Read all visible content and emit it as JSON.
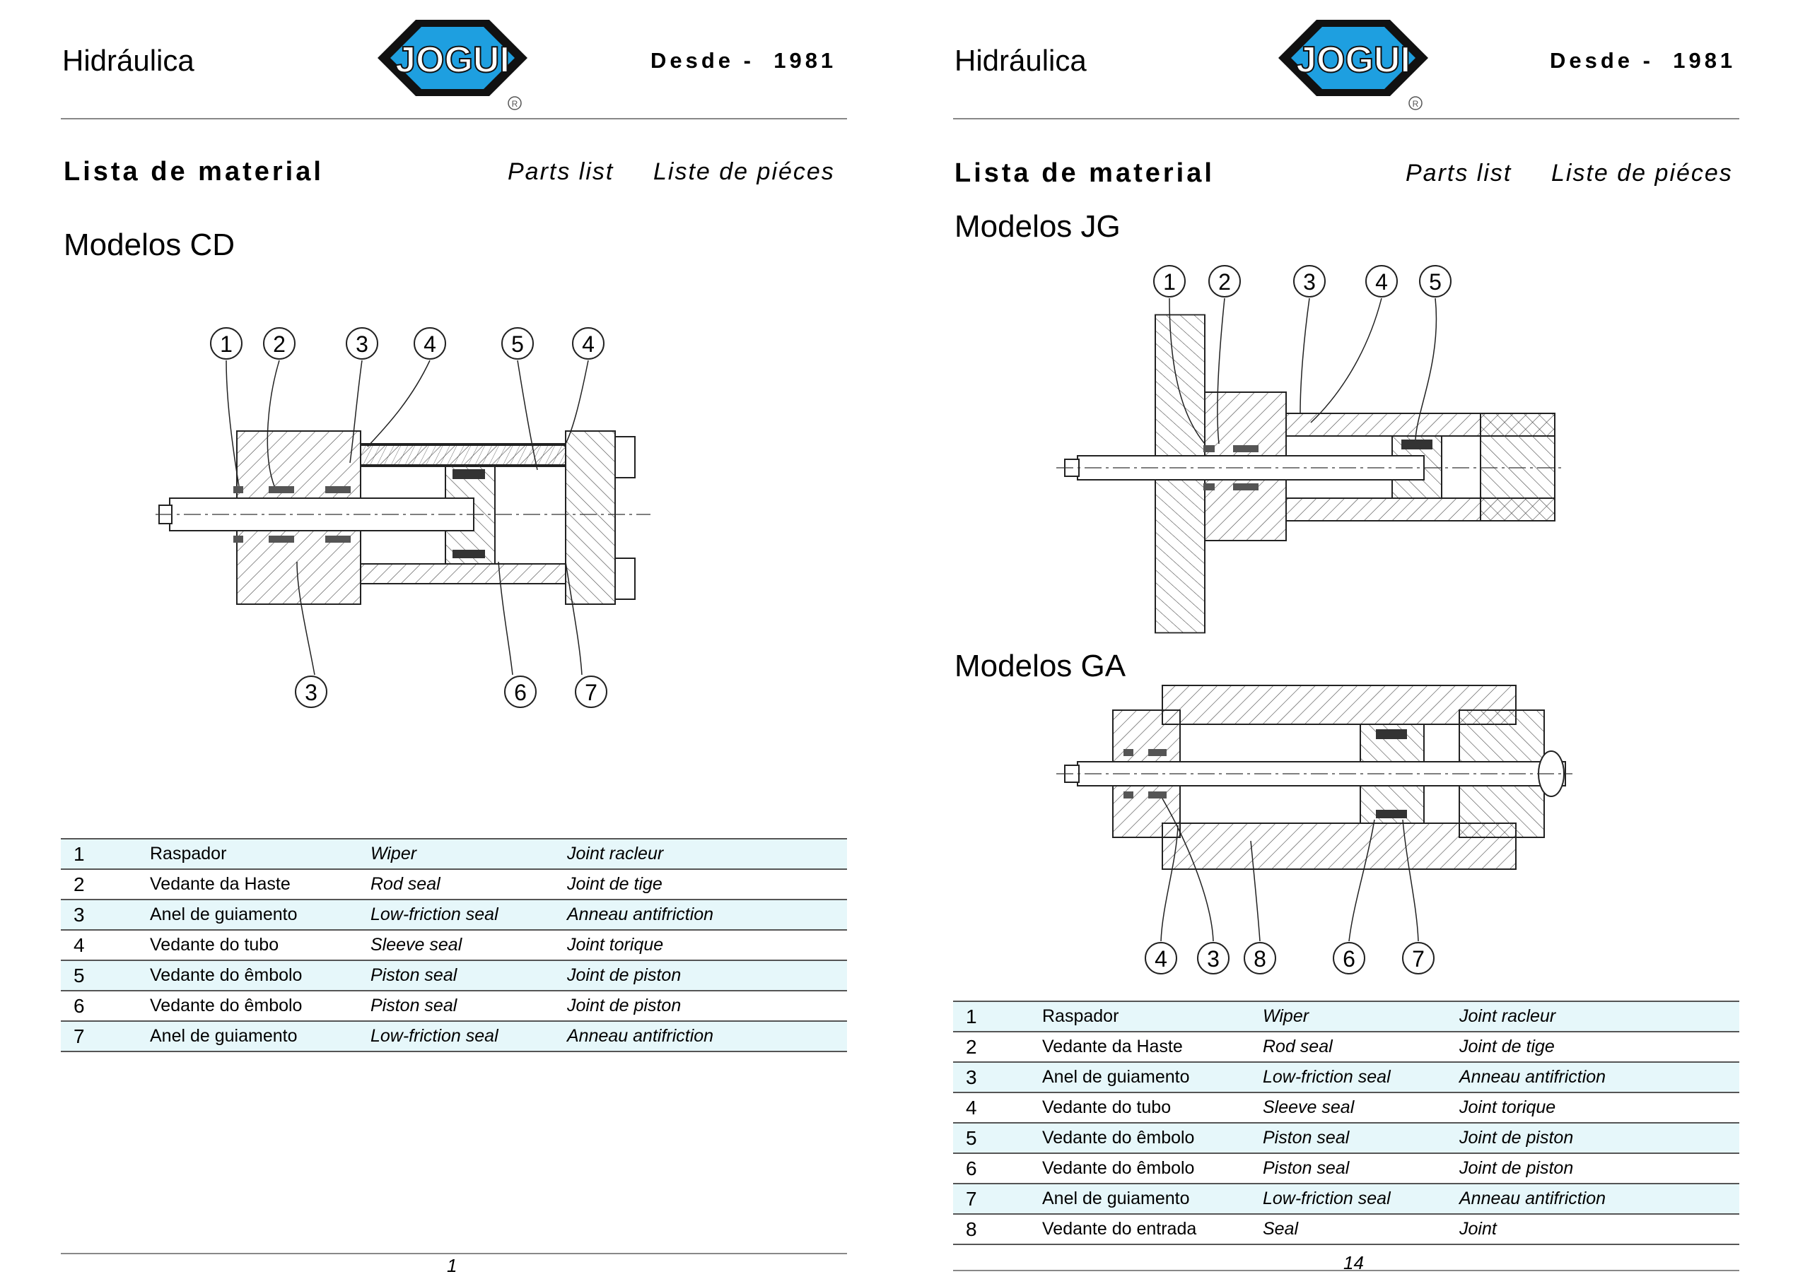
{
  "pages": [
    {
      "header": {
        "brand": "Hidráulica",
        "logo_text": "JOGUI",
        "since": "Desde -  1981"
      },
      "section": {
        "title": "Lista de material",
        "subtitle_en": "Parts list",
        "subtitle_fr": "Liste de piéces"
      },
      "models": [
        {
          "title": "Modelos CD",
          "top_callouts": [
            "1",
            "2",
            "3",
            "4",
            "5",
            "4"
          ],
          "bottom_callouts": [
            "3",
            "6",
            "7"
          ]
        }
      ],
      "parts": [
        {
          "num": "1",
          "pt": "Raspador",
          "en": "Wiper",
          "fr": "Joint racleur"
        },
        {
          "num": "2",
          "pt": "Vedante da Haste",
          "en": "Rod seal",
          "fr": "Joint de tige"
        },
        {
          "num": "3",
          "pt": "Anel de guiamento",
          "en": "Low-friction seal",
          "fr": "Anneau antifriction"
        },
        {
          "num": "4",
          "pt": "Vedante do tubo",
          "en": "Sleeve seal",
          "fr": "Joint  torique"
        },
        {
          "num": "5",
          "pt": "Vedante do êmbolo",
          "en": "Piston seal",
          "fr": "Joint de piston"
        },
        {
          "num": "6",
          "pt": "Vedante do êmbolo",
          "en": "Piston seal",
          "fr": "Joint de piston"
        },
        {
          "num": "7",
          "pt": "Anel de guiamento",
          "en": "Low-friction seal",
          "fr": "Anneau antifriction"
        }
      ],
      "page_number": "1"
    },
    {
      "header": {
        "brand": "Hidráulica",
        "logo_text": "JOGUI",
        "since": "Desde -  1981"
      },
      "section": {
        "title": "Lista de material",
        "subtitle_en": "Parts list",
        "subtitle_fr": "Liste de piéces"
      },
      "models": [
        {
          "title": "Modelos JG",
          "top_callouts": [
            "1",
            "2",
            "3",
            "4",
            "5"
          ],
          "bottom_callouts": []
        },
        {
          "title": "Modelos GA",
          "top_callouts": [],
          "bottom_callouts": [
            "4",
            "3",
            "8",
            "6",
            "7"
          ]
        }
      ],
      "parts": [
        {
          "num": "1",
          "pt": "Raspador",
          "en": "Wiper",
          "fr": "Joint racleur"
        },
        {
          "num": "2",
          "pt": "Vedante da Haste",
          "en": "Rod seal",
          "fr": "Joint de tige"
        },
        {
          "num": "3",
          "pt": "Anel de guiamento",
          "en": "Low-friction seal",
          "fr": "Anneau antifriction"
        },
        {
          "num": "4",
          "pt": "Vedante do tubo",
          "en": "Sleeve seal",
          "fr": "Joint  torique"
        },
        {
          "num": "5",
          "pt": "Vedante do êmbolo",
          "en": "Piston seal",
          "fr": "Joint de piston"
        },
        {
          "num": "6",
          "pt": "Vedante do êmbolo",
          "en": "Piston seal",
          "fr": "Joint de piston"
        },
        {
          "num": "7",
          "pt": "Anel de guiamento",
          "en": "Low-friction seal",
          "fr": "Anneau antifriction"
        },
        {
          "num": "8",
          "pt": "Vedante do entrada",
          "en": "Seal",
          "fr": "Joint"
        }
      ],
      "page_number": "14"
    }
  ],
  "colors": {
    "logo_blue": "#1e9fe0",
    "table_shade": "#e6f7fa",
    "rule": "#888888"
  }
}
